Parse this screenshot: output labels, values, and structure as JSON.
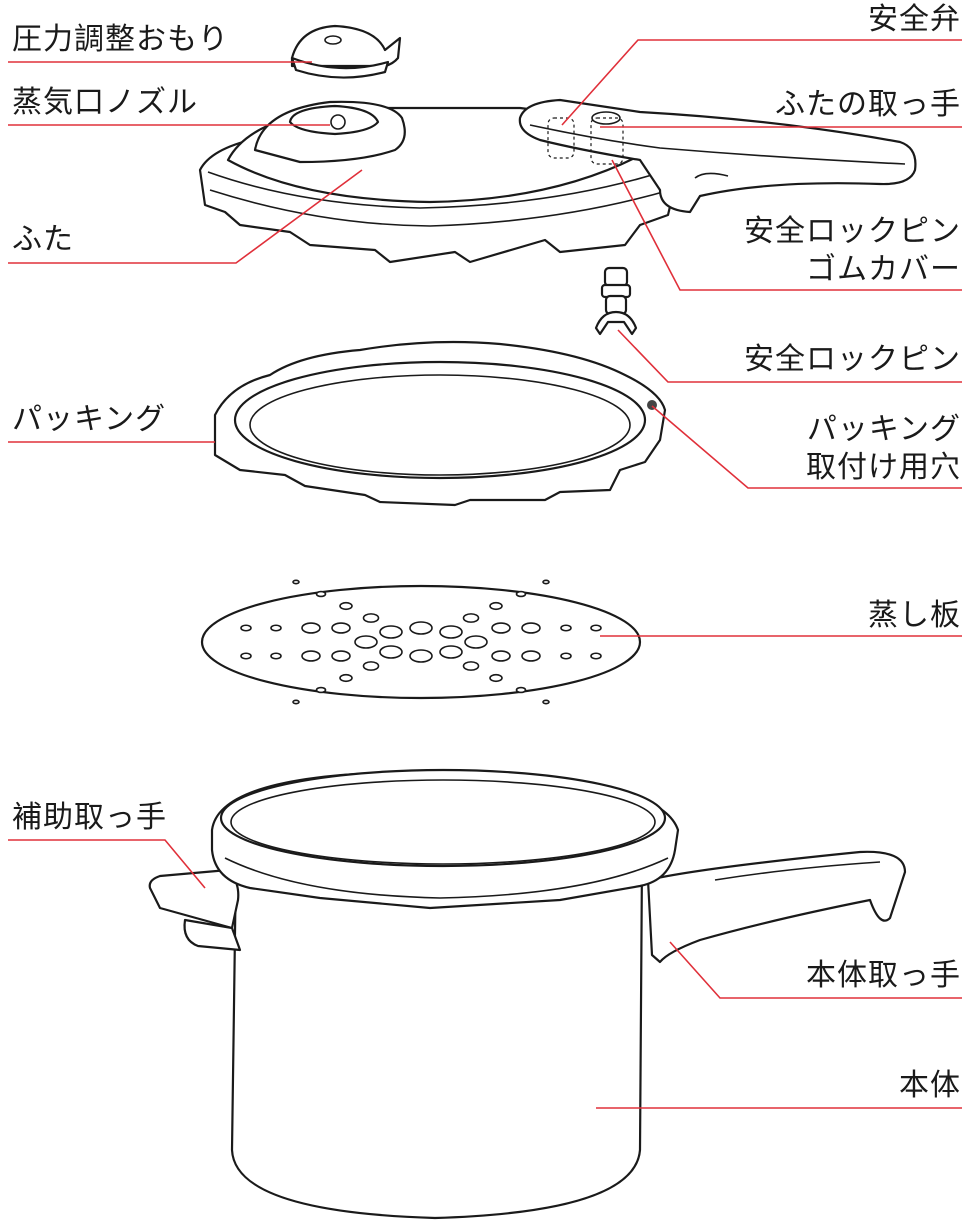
{
  "labels": {
    "pressure_weight": "圧力調整おもり",
    "steam_nozzle": "蒸気口ノズル",
    "lid": "ふた",
    "gasket": "パッキング",
    "safety_valve": "安全弁",
    "lid_handle": "ふたの取っ手",
    "lock_pin_cover_1": "安全ロックピン",
    "lock_pin_cover_2": "ゴムカバー",
    "lock_pin": "安全ロックピン",
    "gasket_hole_1": "パッキング",
    "gasket_hole_2": "取付け用穴",
    "steamer_plate": "蒸し板",
    "helper_handle": "補助取っ手",
    "body_handle": "本体取っ手",
    "body": "本体"
  },
  "colors": {
    "leader": "#e0303a",
    "outline": "#1a1a1a"
  }
}
